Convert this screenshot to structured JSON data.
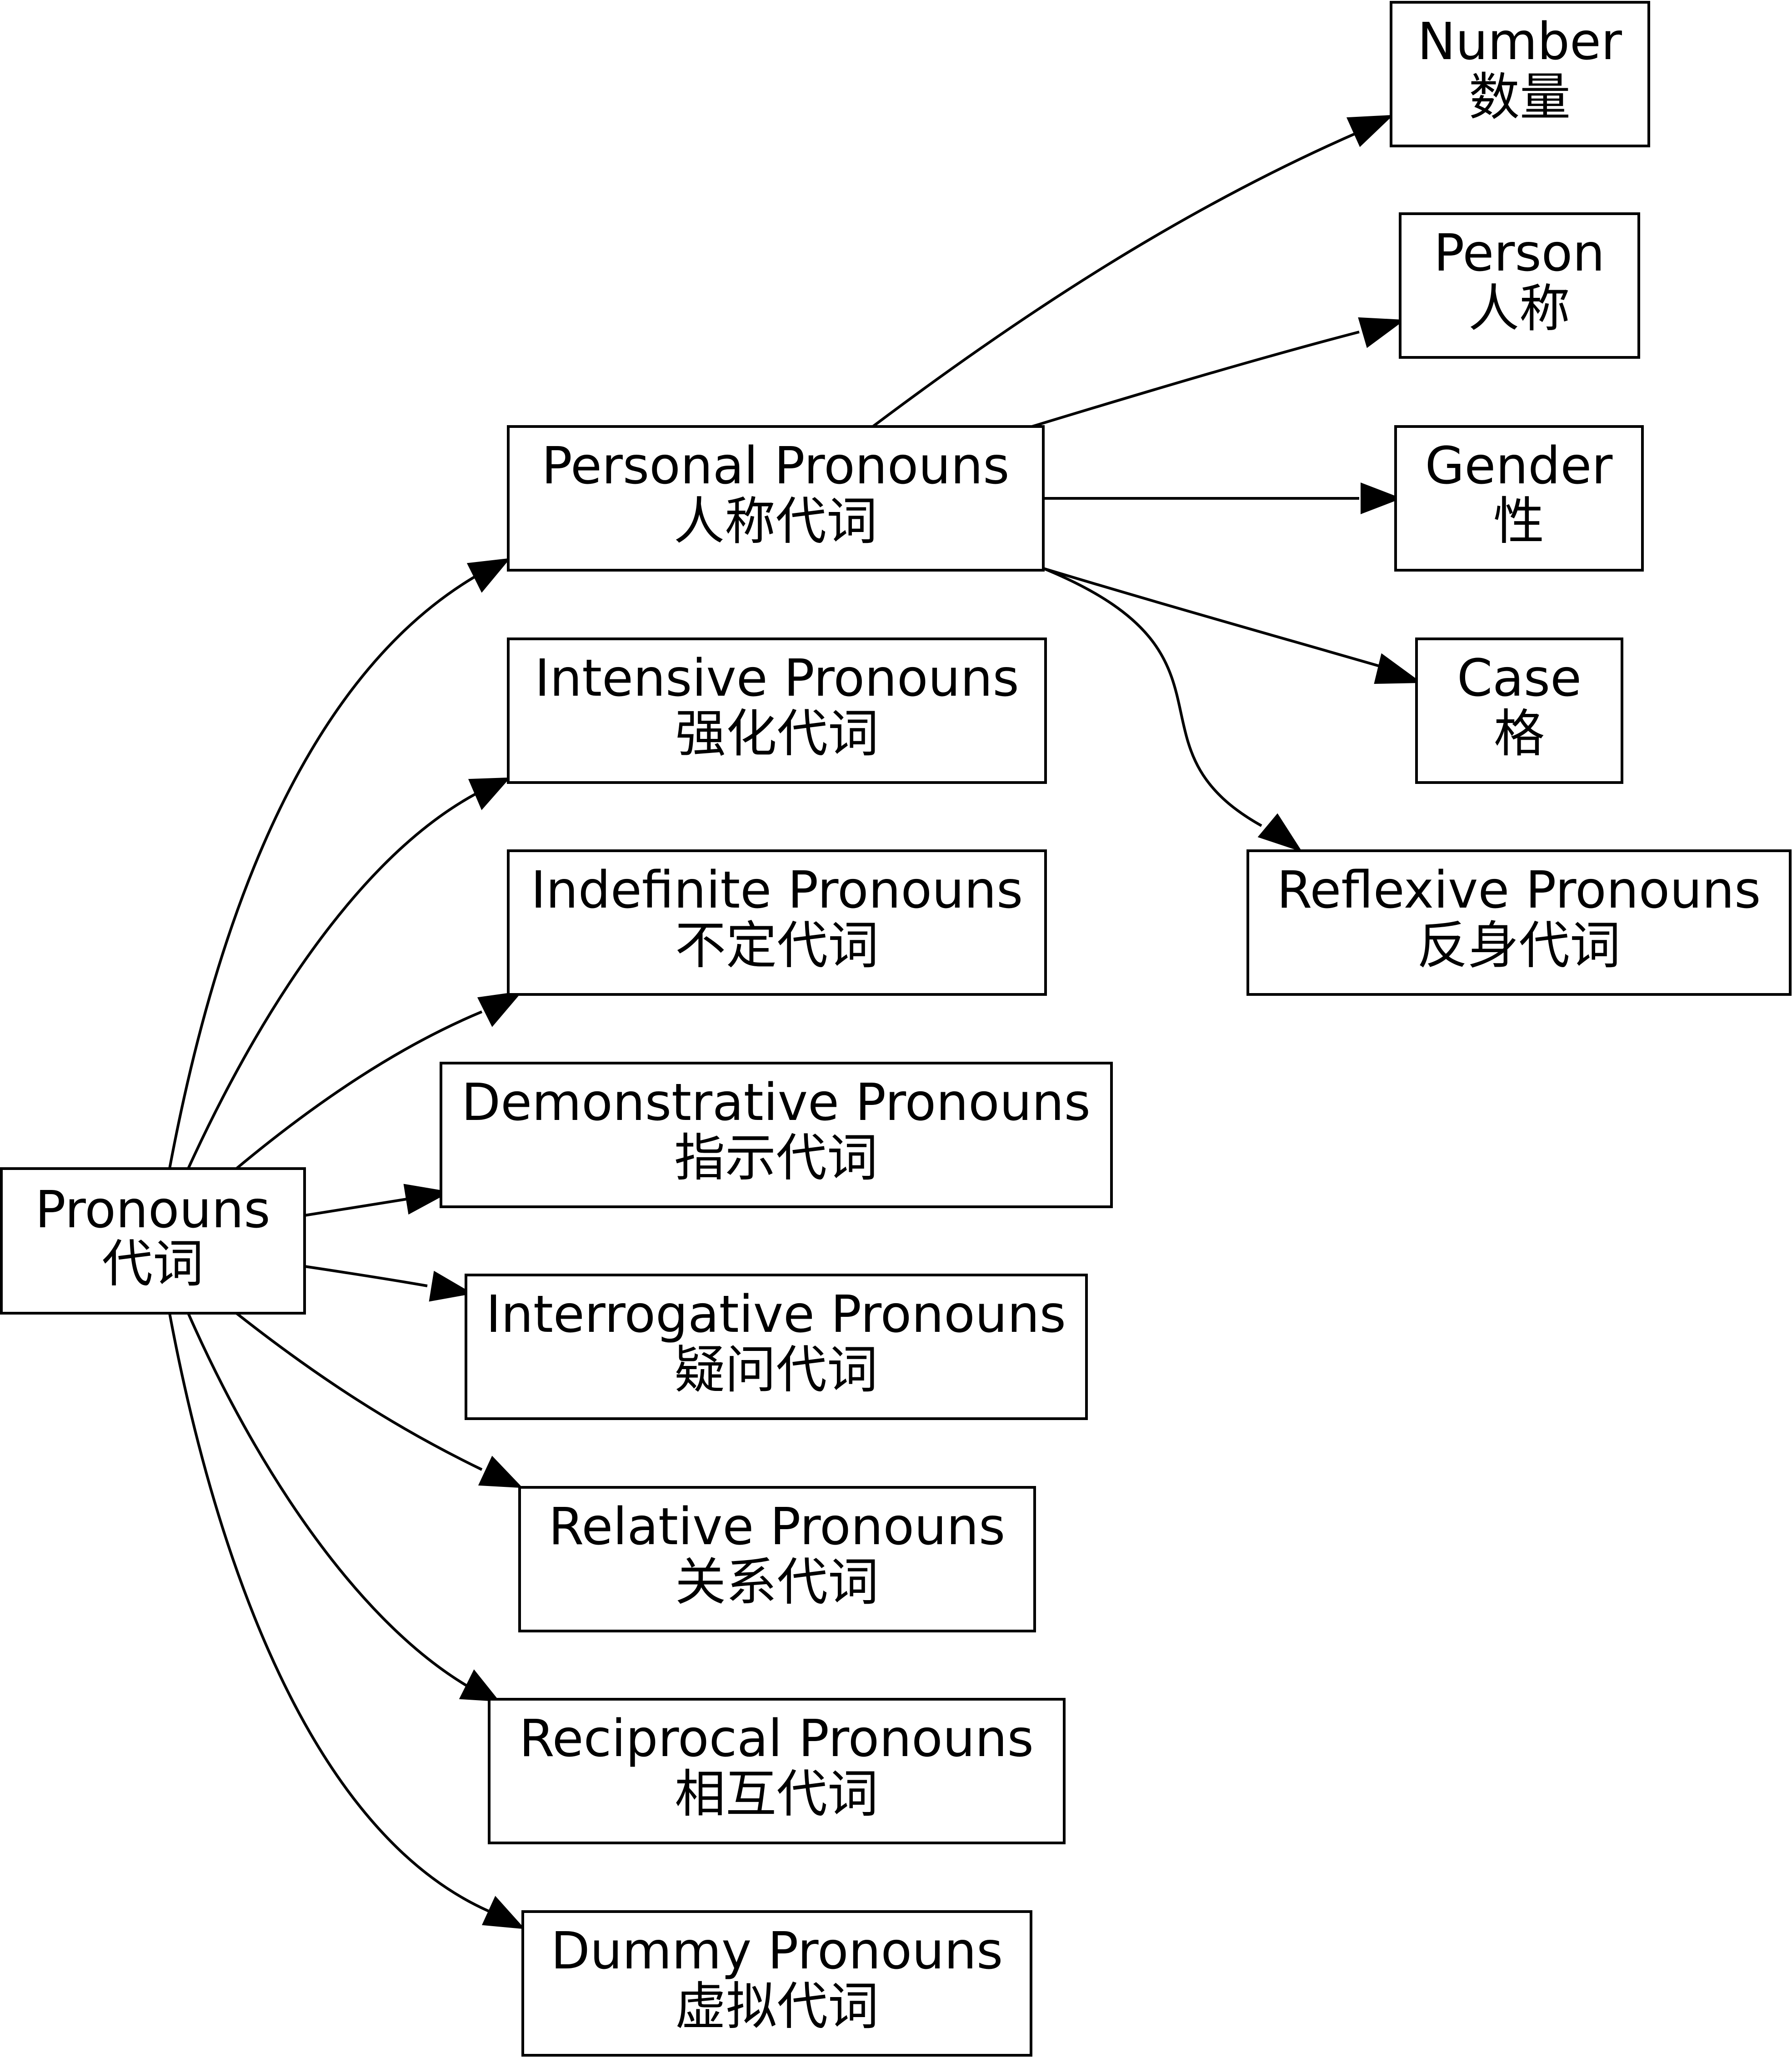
{
  "diagram": {
    "root": {
      "label_en": "Pronouns",
      "label_zh": "代词"
    },
    "categories": [
      {
        "label_en": "Personal Pronouns",
        "label_zh": "人称代词"
      },
      {
        "label_en": "Intensive Pronouns",
        "label_zh": "强化代词"
      },
      {
        "label_en": "Indefinite Pronouns",
        "label_zh": "不定代词"
      },
      {
        "label_en": "Demonstrative Pronouns",
        "label_zh": "指示代词"
      },
      {
        "label_en": "Interrogative Pronouns",
        "label_zh": "疑问代词"
      },
      {
        "label_en": "Relative Pronouns",
        "label_zh": "关系代词"
      },
      {
        "label_en": "Reciprocal Pronouns",
        "label_zh": "相互代词"
      },
      {
        "label_en": "Dummy Pronouns",
        "label_zh": "虚拟代词"
      }
    ],
    "personal_children": [
      {
        "label_en": "Number",
        "label_zh": "数量"
      },
      {
        "label_en": "Person",
        "label_zh": "人称"
      },
      {
        "label_en": "Gender",
        "label_zh": "性"
      },
      {
        "label_en": "Case",
        "label_zh": "格"
      },
      {
        "label_en": "Reflexive Pronouns",
        "label_zh": "反身代词"
      }
    ]
  }
}
